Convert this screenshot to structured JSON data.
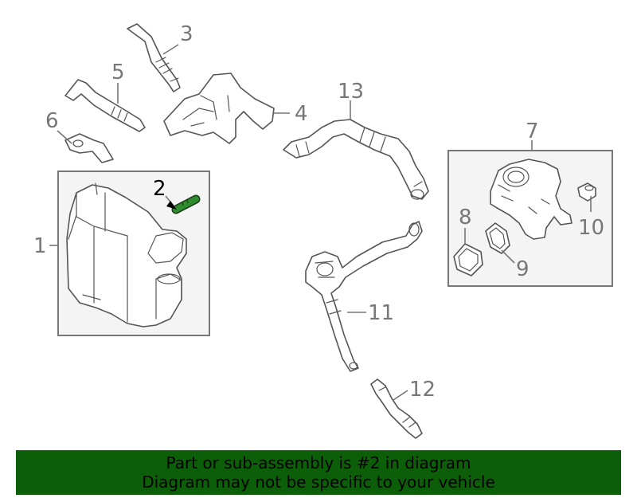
{
  "callouts": {
    "c1": "1",
    "c2": "2",
    "c3": "3",
    "c4": "4",
    "c5": "5",
    "c6": "6",
    "c7": "7",
    "c8": "8",
    "c9": "9",
    "c10": "10",
    "c11": "11",
    "c12": "12",
    "c13": "13"
  },
  "highlighted_part": "2",
  "colors": {
    "highlight": "#2e8b2e",
    "banner": "#0d5e08",
    "line": "#555555",
    "label": "#777777"
  },
  "banner": {
    "line1": "Part or sub-assembly is #2 in diagram",
    "line2": "Diagram may not be specific to your vehicle"
  }
}
